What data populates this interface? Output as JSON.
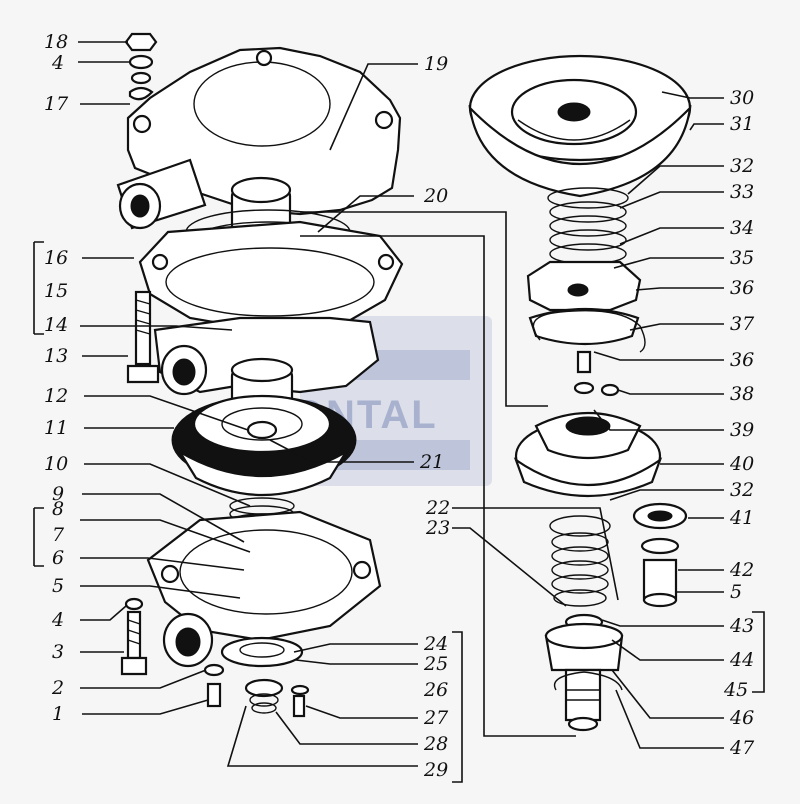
{
  "watermark": "BONTAL",
  "labels": [
    {
      "id": "18",
      "text": "18"
    },
    {
      "id": "4a",
      "text": "4"
    },
    {
      "id": "17",
      "text": "17"
    },
    {
      "id": "16",
      "text": "16"
    },
    {
      "id": "15",
      "text": "15"
    },
    {
      "id": "14",
      "text": "14"
    },
    {
      "id": "13",
      "text": "13"
    },
    {
      "id": "12",
      "text": "12"
    },
    {
      "id": "11",
      "text": "11"
    },
    {
      "id": "10",
      "text": "10"
    },
    {
      "id": "9",
      "text": "9"
    },
    {
      "id": "8",
      "text": "8"
    },
    {
      "id": "7",
      "text": "7"
    },
    {
      "id": "6",
      "text": "6"
    },
    {
      "id": "5a",
      "text": "5"
    },
    {
      "id": "4b",
      "text": "4"
    },
    {
      "id": "3",
      "text": "3"
    },
    {
      "id": "2",
      "text": "2"
    },
    {
      "id": "1",
      "text": "1"
    },
    {
      "id": "19",
      "text": "19"
    },
    {
      "id": "20",
      "text": "20"
    },
    {
      "id": "21",
      "text": "21"
    },
    {
      "id": "22",
      "text": "22"
    },
    {
      "id": "23",
      "text": "23"
    },
    {
      "id": "24",
      "text": "24"
    },
    {
      "id": "25",
      "text": "25"
    },
    {
      "id": "26",
      "text": "26"
    },
    {
      "id": "27",
      "text": "27"
    },
    {
      "id": "28",
      "text": "28"
    },
    {
      "id": "29",
      "text": "29"
    },
    {
      "id": "30",
      "text": "30"
    },
    {
      "id": "31",
      "text": "31"
    },
    {
      "id": "32a",
      "text": "32"
    },
    {
      "id": "33",
      "text": "33"
    },
    {
      "id": "34",
      "text": "34"
    },
    {
      "id": "35",
      "text": "35"
    },
    {
      "id": "36a",
      "text": "36"
    },
    {
      "id": "37",
      "text": "37"
    },
    {
      "id": "36b",
      "text": "36"
    },
    {
      "id": "38",
      "text": "38"
    },
    {
      "id": "39",
      "text": "39"
    },
    {
      "id": "40",
      "text": "40"
    },
    {
      "id": "32b",
      "text": "32"
    },
    {
      "id": "41",
      "text": "41"
    },
    {
      "id": "42",
      "text": "42"
    },
    {
      "id": "5b",
      "text": "5"
    },
    {
      "id": "43",
      "text": "43"
    },
    {
      "id": "44",
      "text": "44"
    },
    {
      "id": "45",
      "text": "45"
    },
    {
      "id": "46",
      "text": "46"
    },
    {
      "id": "47",
      "text": "47"
    }
  ]
}
